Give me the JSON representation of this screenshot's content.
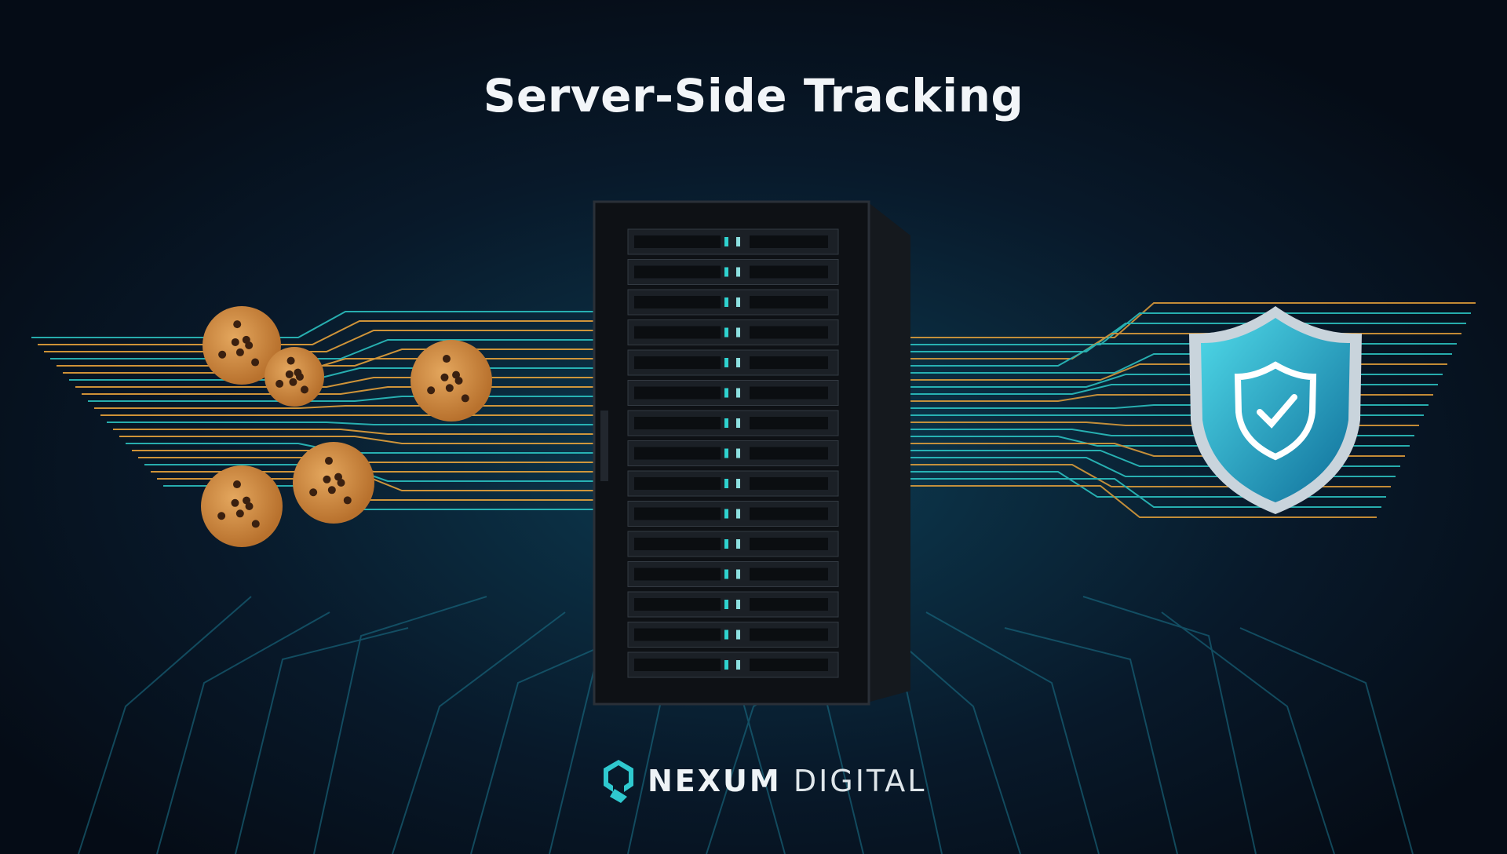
{
  "title": "Server-Side Tracking",
  "brand": {
    "name_bold": "NEXUM",
    "name_light": "DIGITAL"
  },
  "icons": [
    "cookie-icon",
    "server-rack",
    "shield-check-icon",
    "nexum-logo-icon"
  ],
  "colors": {
    "background": "#07111d",
    "accent_teal": "#2fd3d0",
    "accent_gold": "#f2a93b",
    "shield": "#1fa3c4"
  }
}
